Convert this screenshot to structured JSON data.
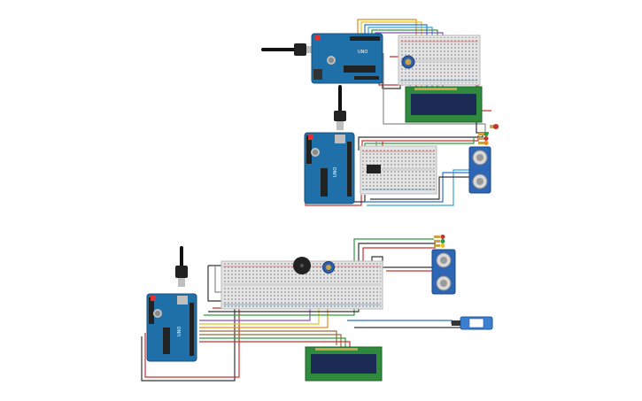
{
  "canvas": {
    "background": "#ffffff"
  },
  "colors": {
    "arduino": "#1f6fa8",
    "arduino_dark": "#16527d",
    "breadboard": "#e4e4e4",
    "lcd_pcb": "#2f8a3e",
    "lcd_screen": "#1b2b55",
    "sensor": "#2c66b5",
    "wire_red": "#c8312f",
    "wire_black": "#333333",
    "wire_green": "#2e9a3d",
    "wire_orange": "#e98a1a",
    "wire_yellow": "#e3c21c",
    "wire_blue": "#2f6fd2",
    "wire_purple": "#8a4fc3",
    "wire_brown": "#9b6a3a",
    "wire_gray": "#8a8a8a",
    "wire_cyan": "#35a3c9"
  },
  "board_marking": "UNO",
  "components": {
    "circuit1": [
      "arduino-uno",
      "usb-cable",
      "breadboard",
      "potentiometer",
      "lcd-16x2"
    ],
    "circuit2": [
      "arduino-uno",
      "usb-cable",
      "breadboard",
      "ic-chip",
      "ultrasonic-sensor",
      "led-green",
      "led-red",
      "led-orange"
    ],
    "circuit3": [
      "arduino-uno",
      "usb-cable",
      "breadboard",
      "piezo-buzzer",
      "potentiometer",
      "ultrasonic-sensor",
      "servo-motor",
      "lcd-16x2",
      "led-red",
      "led-green",
      "led-yellow"
    ]
  }
}
